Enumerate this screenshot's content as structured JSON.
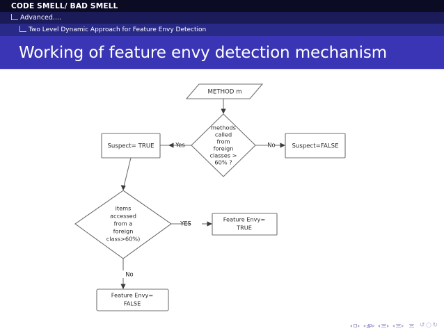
{
  "navigation": {
    "section": "CODE SMELL/ BAD SMELL",
    "subsection": "Advanced....",
    "subsubsection": "Two Level Dynamic Approach for Feature Envy Detection"
  },
  "frame": {
    "title": "Working of feature envy detection mechanism"
  },
  "colors": {
    "section_bar": "#0b0b24",
    "subsection_bar": "#1b1b59",
    "subsubsection_bar": "#292988",
    "title_band": "#3a35b5",
    "title_text": "#ffffff",
    "shape_stroke": "#6f6f6f",
    "shape_fill": "#ffffff",
    "nav_symbol": "#9a9ac8"
  },
  "flowchart": {
    "title": "Working of feature envy detection mechanism",
    "nodes": {
      "method_input": {
        "shape": "parallelogram",
        "text": "METHOD m"
      },
      "decision_one": {
        "shape": "diamond",
        "lines": [
          "methods",
          "called",
          "from",
          "foreign",
          "classes >",
          "60% ?"
        ]
      },
      "suspect_true": {
        "shape": "rectangle",
        "text": "Suspect= TRUE"
      },
      "suspect_false": {
        "shape": "rectangle",
        "text": "Suspect=FALSE"
      },
      "decision_two": {
        "shape": "diamond",
        "lines": [
          "items",
          "accessed",
          "from a",
          "foreign",
          "class>60%)"
        ]
      },
      "feature_envy_true": {
        "shape": "rectangle",
        "lines": [
          "Feature Envy=",
          "TRUE"
        ]
      },
      "feature_envy_false": {
        "shape": "rectangle",
        "lines": [
          "Feature Envy=",
          "FALSE"
        ]
      }
    },
    "edge_labels": {
      "d1_yes": "Yes",
      "d1_no": "No",
      "d2_yes": "YES",
      "d2_no": "No"
    }
  },
  "nav_symbols": {
    "slide": "slide-navigation-icon",
    "frame": "frame-navigation-icon",
    "subsection": "subsection-navigation-icon",
    "section": "section-navigation-icon",
    "presentation": "presentation-navigation-icon",
    "back": "back-navigation-icon",
    "search": "search-navigation-icon",
    "forward": "forward-navigation-icon"
  }
}
